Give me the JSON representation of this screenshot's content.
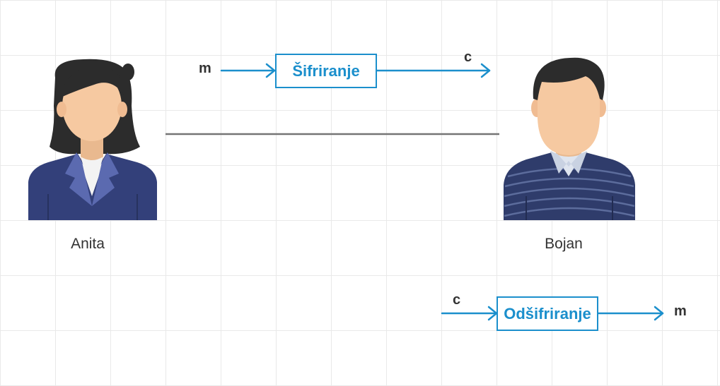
{
  "people": {
    "sender": {
      "name": "Anita"
    },
    "receiver": {
      "name": "Bojan"
    }
  },
  "encryption": {
    "input_label": "m",
    "box_label": "Šifriranje",
    "output_label": "c"
  },
  "decryption": {
    "input_label": "c",
    "box_label": "Odšifriranje",
    "output_label": "m"
  },
  "colors": {
    "accent": "#1b8fcc",
    "channel_line": "#757575",
    "grid": "#e9e9e9",
    "text": "#333333"
  },
  "icons": {
    "sender": "woman-avatar-icon",
    "receiver": "man-avatar-icon"
  }
}
